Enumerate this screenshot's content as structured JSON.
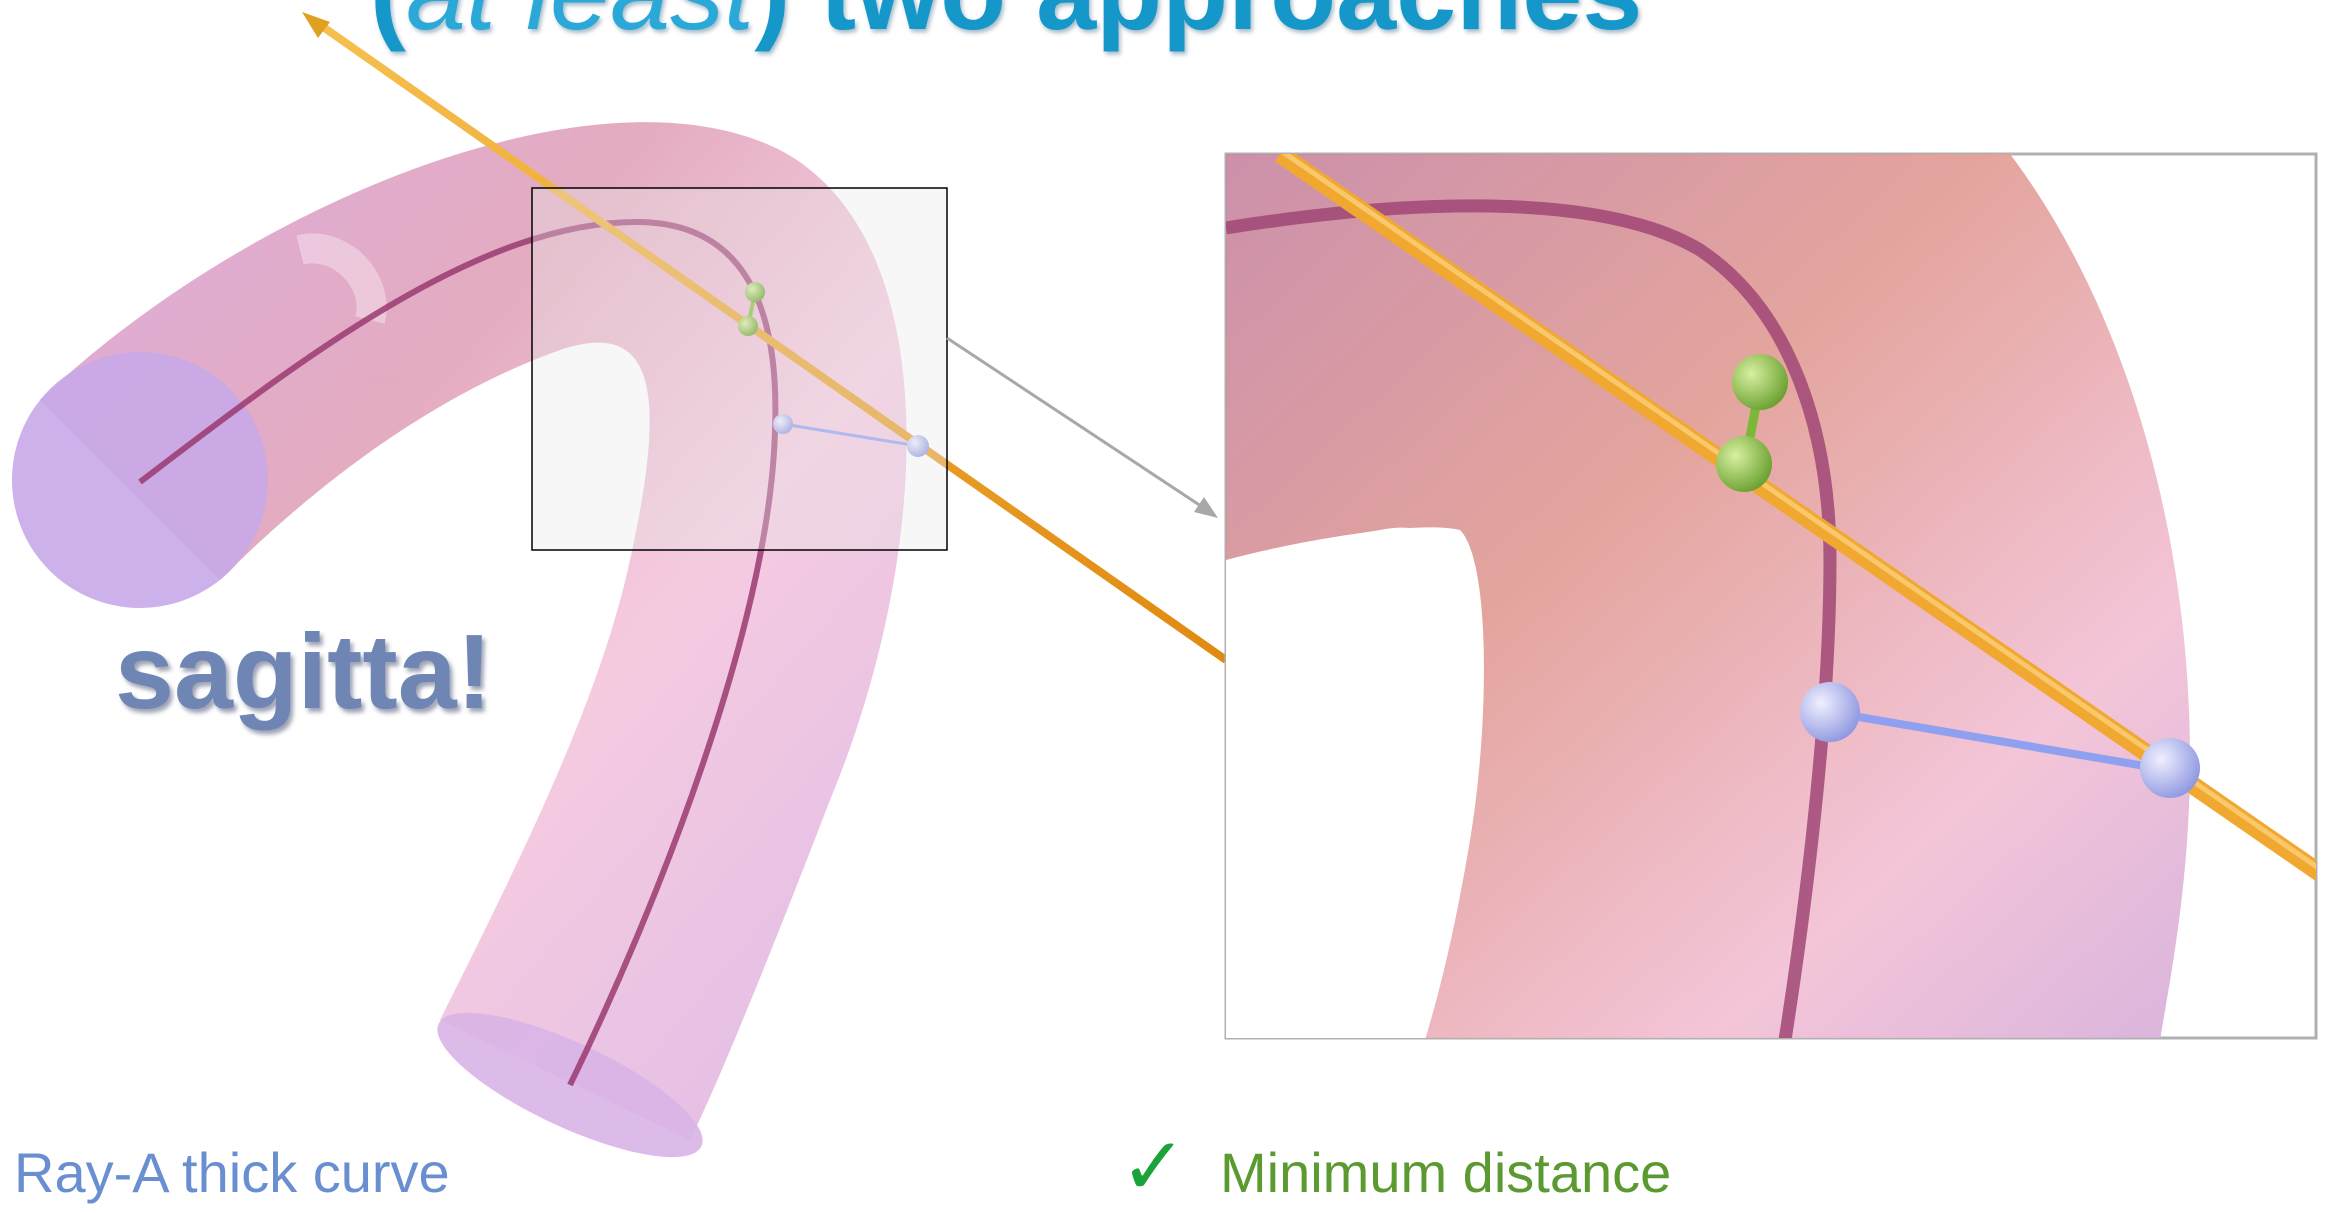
{
  "title": {
    "open_paren": "(",
    "italic": "at least",
    "rest": ") two approaches"
  },
  "callout": "sagitta!",
  "bottom_left": "Ray-A thick curve",
  "check_glyph": "✓",
  "bottom_right": "Minimum distance",
  "colors": {
    "title": "#1598c9",
    "callout": "#6f86b4",
    "tube": "#e9a6c4",
    "curve": "#9a3a70",
    "ray": "#f0a020",
    "green_points": "#86c040",
    "blue_points": "#a8b4f2",
    "check": "#1aa33a"
  }
}
